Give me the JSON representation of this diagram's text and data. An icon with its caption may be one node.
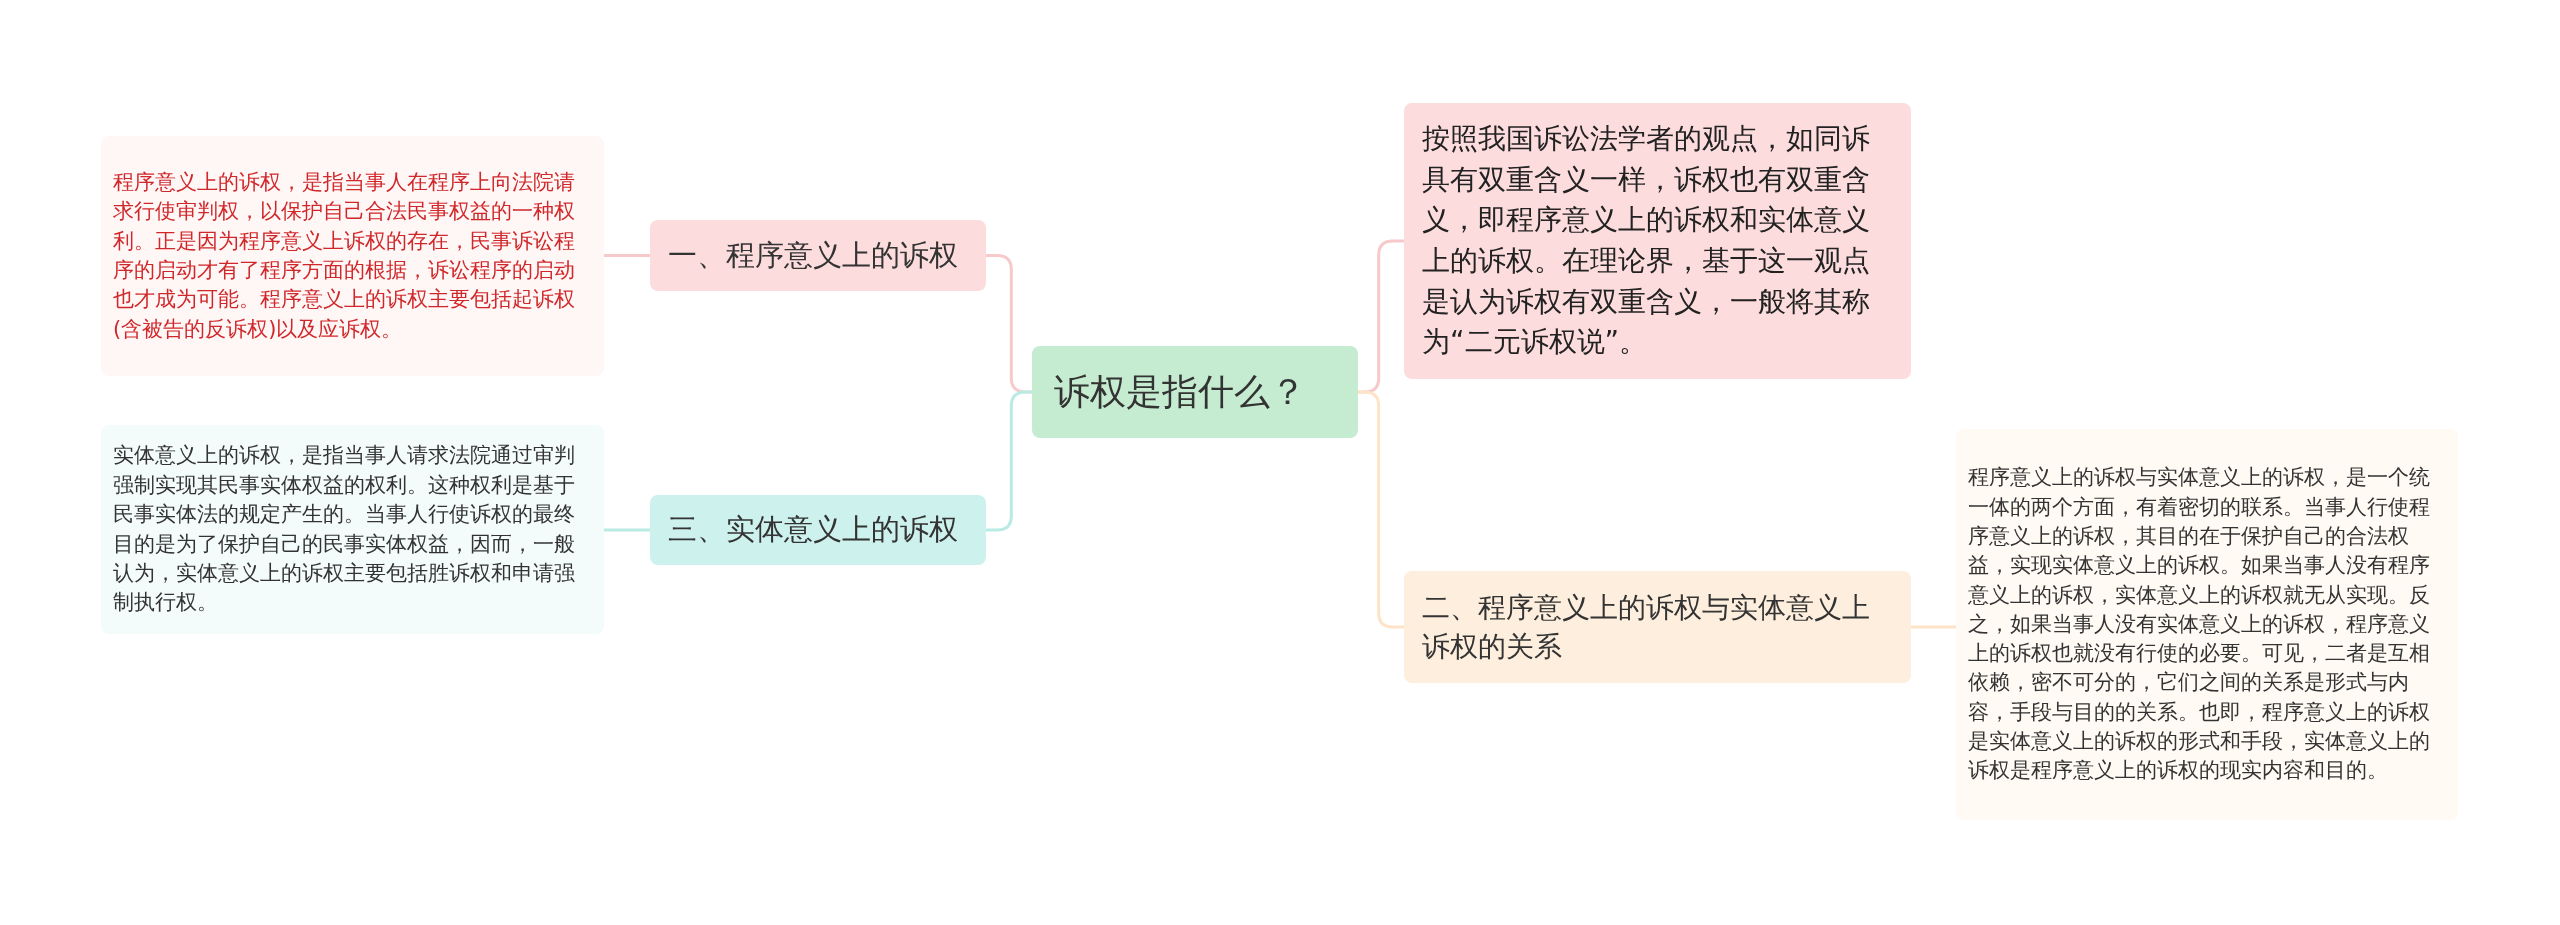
{
  "diagram": {
    "nodes": [
      {
        "text": [
          "诉权是指什么？"
        ]
      },
      {
        "text": [
          "按照我国诉讼法学者的观点，如同诉具有双重含义一样，诉权也有双重含义，即程序意义上的诉权和实体意义上的诉权。在理论界，基于这一观点是认为诉权有双重含义，一般将其称为“二元诉权说”。"
        ]
      },
      {
        "text": [
          "一、程序意义上的诉权"
        ]
      },
      {
        "text": [
          "程序意义上的诉权，是指当事人在程序上向法院请求行使审判权，以保护自己合法民事权益的一种权利。正是因为程序意义上诉权的存在，民事诉讼程序的启动才有了程序方面的根据，诉讼程序的启动也才成为可能。程序意义上的诉权主要包括起诉权(含被告的反诉权)以及应诉权。"
        ]
      },
      {
        "text": [
          "二、程序意义上的诉权与实体意义上诉权的关系"
        ]
      },
      {
        "text": [
          "程序意义上的诉权与实体意义上的诉权，是一个统一体的两个方面，有着密切的联系。当事人行使程序意义上的诉权，其目的在于保护自己的合法权益，实现实体意义上的诉权。如果当事人没有程序意义上的诉权，实体意义上的诉权就无从实现。反之，如果当事人没有实体意义上的诉权，程序意义上的诉权也就没有行使的必要。可见，二者是互相依赖，密不可分的，它们之间的关系是形式与内容，手段与目的的关系。也即，程序意义上的诉权是实体意义上的诉权的形式和手段，实体意义上的诉权是程序意义上的诉权的现实内容和目的。"
        ]
      },
      {
        "text": [
          "三、实体意义上的诉权"
        ]
      },
      {
        "text": [
          "实体意义上的诉权，是指当事人请求法院通过审判强制实现其民事实体权益的权利。这种权利是基于民事实体法的规定产生的。当事人行使诉权的最终目的是为了保护自己的民事实体权益，因而，一般认为，实体意义上的诉权主要包括胜诉权和申请强制执行权。"
        ]
      }
    ],
    "edges": [
      {
        "from": 0,
        "to": 1,
        "arrow": "none"
      },
      {
        "from": 0,
        "to": 2,
        "arrow": "none"
      },
      {
        "from": 2,
        "to": 3,
        "arrow": "none"
      },
      {
        "from": 0,
        "to": 4,
        "arrow": "none",
        "color": "#fde3c8"
      },
      {
        "from": 4,
        "to": 5,
        "arrow": "none",
        "color": "#fde3c8"
      },
      {
        "from": 0,
        "to": 6,
        "arrow": "none",
        "color": "#b9ebe4"
      },
      {
        "from": 6,
        "to": 7,
        "arrow": "none",
        "color": "#b9ebe4"
      }
    ]
  }
}
